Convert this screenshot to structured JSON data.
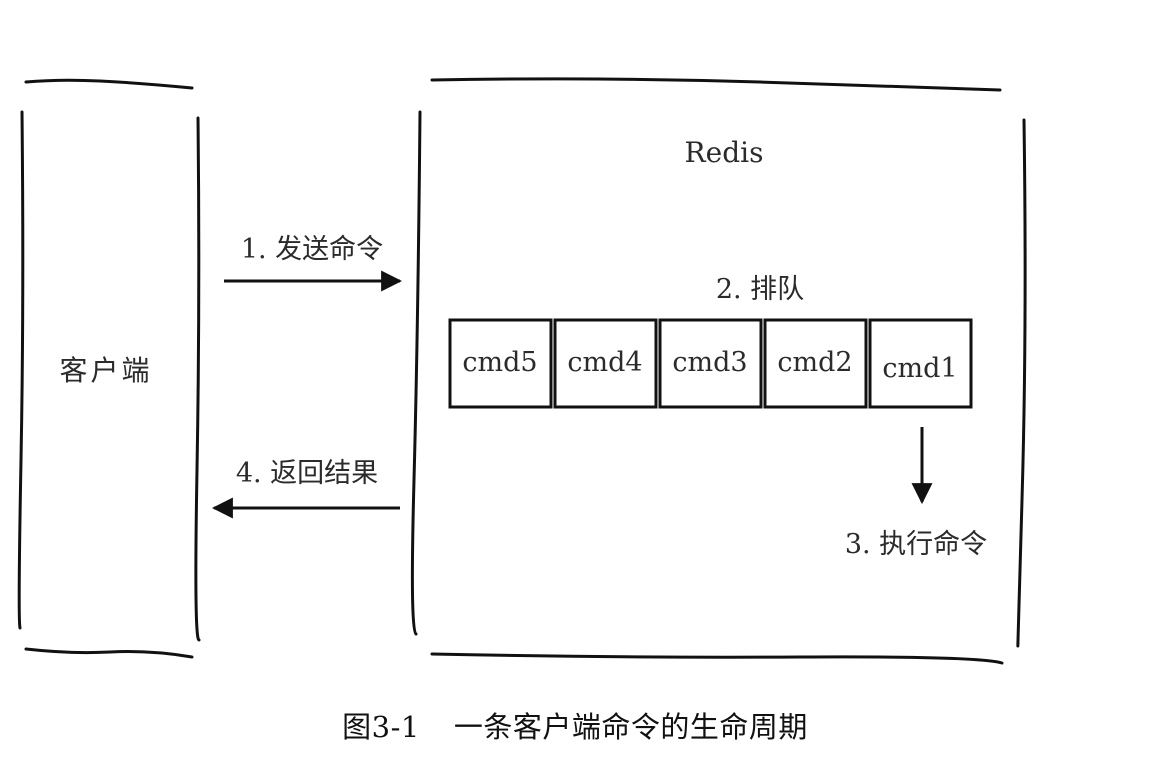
{
  "client": {
    "label": "客户端"
  },
  "server": {
    "label": "Redis"
  },
  "steps": {
    "send": "1. 发送命令",
    "queue": "2. 排队",
    "execute": "3. 执行命令",
    "return": "4. 返回结果"
  },
  "queue": {
    "commands": [
      "cmd5",
      "cmd4",
      "cmd3",
      "cmd2",
      "cmd1"
    ]
  },
  "caption": {
    "figure": "图3-1",
    "title": "一条客户端命令的生命周期"
  },
  "colors": {
    "stroke": "#111111",
    "text": "#2b2b2b"
  }
}
